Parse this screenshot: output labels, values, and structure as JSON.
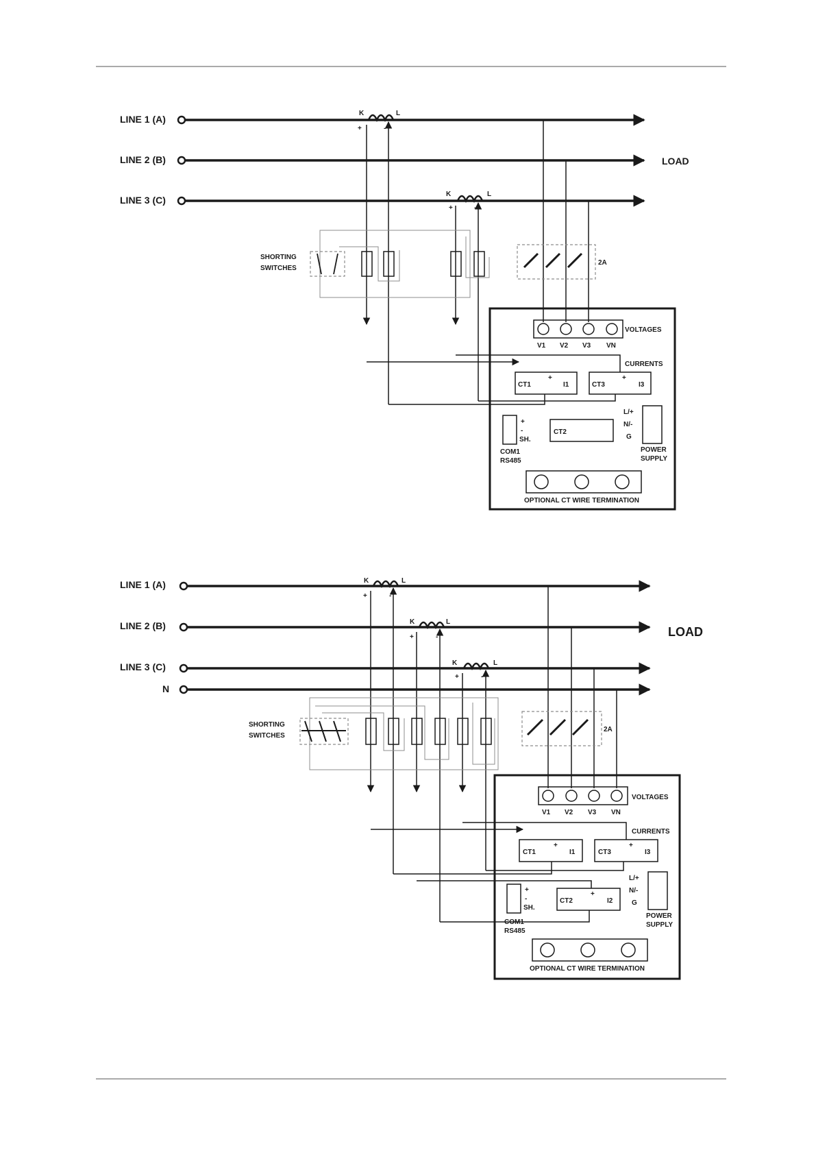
{
  "diagram1": {
    "line_labels": [
      "LINE 1 (A)",
      "LINE 2 (B)",
      "LINE 3 (C)"
    ],
    "load_label": "LOAD",
    "ct_terminals": {
      "k": "K",
      "l": "L",
      "plus": "+",
      "minus": "-"
    },
    "shorting_switches": [
      "SHORTING",
      "SWITCHES"
    ],
    "fuse_label": "2A",
    "voltages_label": "VOLTAGES",
    "voltage_terms": [
      "V1",
      "V2",
      "V3",
      "VN"
    ],
    "currents_label": "CURRENTS",
    "ct_blocks": [
      {
        "ct": "CT1",
        "plus": "+",
        "i": "I1"
      },
      {
        "ct": "CT3",
        "plus": "+",
        "i": "I3"
      },
      {
        "ct": "CT2",
        "plus": "",
        "i": ""
      }
    ],
    "com_terms": [
      "+",
      "-",
      "SH."
    ],
    "com_label": [
      "COM1",
      "RS485"
    ],
    "supply_terms": [
      "L/+",
      "N/-",
      "G"
    ],
    "supply_label": [
      "POWER",
      "SUPPLY"
    ],
    "optional_label": "OPTIONAL CT WIRE TERMINATION"
  },
  "diagram2": {
    "line_labels": [
      "LINE 1 (A)",
      "LINE 2 (B)",
      "LINE 3 (C)",
      "N"
    ],
    "load_label": "LOAD",
    "ct_terminals": {
      "k": "K",
      "l": "L",
      "plus": "+",
      "minus": "-"
    },
    "shorting_switches": [
      "SHORTING",
      "SWITCHES"
    ],
    "fuse_label": "2A",
    "voltages_label": "VOLTAGES",
    "voltage_terms": [
      "V1",
      "V2",
      "V3",
      "VN"
    ],
    "currents_label": "CURRENTS",
    "ct_blocks": [
      {
        "ct": "CT1",
        "plus": "+",
        "i": "I1"
      },
      {
        "ct": "CT3",
        "plus": "+",
        "i": "I3"
      },
      {
        "ct": "CT2",
        "plus": "+",
        "i": "I2"
      }
    ],
    "com_terms": [
      "+",
      "-",
      "SH."
    ],
    "com_label": [
      "COM1",
      "RS485"
    ],
    "supply_terms": [
      "L/+",
      "N/-",
      "G"
    ],
    "supply_label": [
      "POWER",
      "SUPPLY"
    ],
    "optional_label": "OPTIONAL CT WIRE TERMINATION"
  },
  "colors": {
    "ink": "#1a1a1a",
    "gray": "#8c8c8c",
    "page": "#ffffff"
  }
}
